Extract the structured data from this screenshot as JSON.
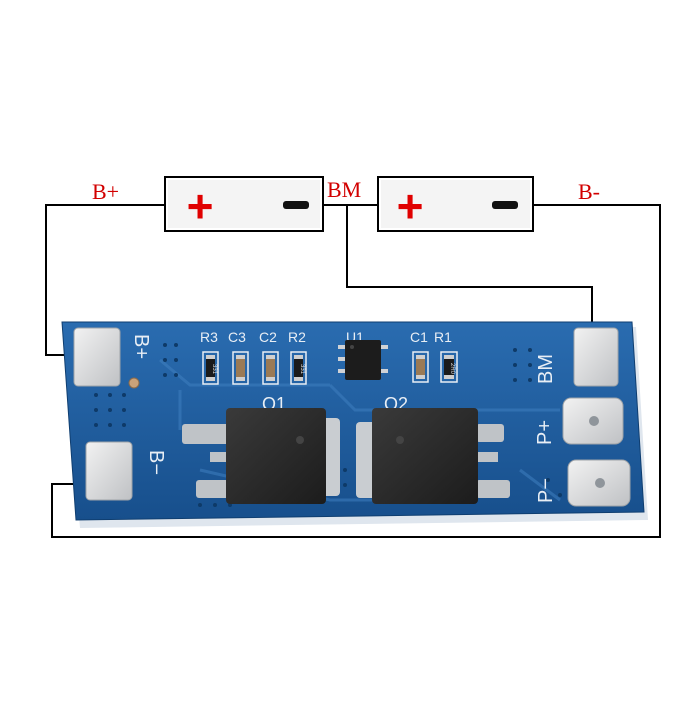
{
  "diagram": {
    "terminal_labels": {
      "b_plus": "B+",
      "bm": "BM",
      "b_minus": "B-"
    },
    "battery_cells": [
      {
        "positive_symbol": "+",
        "negative_symbol": "−"
      },
      {
        "positive_symbol": "+",
        "negative_symbol": "−"
      }
    ],
    "colors": {
      "label": "#d20000",
      "wire": "#000000",
      "pcb": "#1f5fa0",
      "silkscreen": "#e8eef5",
      "pad": "#d9dadc",
      "mosfet": "#2a2a2a"
    }
  },
  "board": {
    "silkscreen": {
      "r3": "R3",
      "c3": "C3",
      "c2": "C2",
      "r2": "R2",
      "u1": "U1",
      "c1": "C1",
      "r1": "R1",
      "q1": "Q1",
      "q2": "Q2",
      "pad_b_plus": "B+",
      "pad_b_minus": "B−",
      "pad_bm": "BM",
      "pad_p_plus": "P+",
      "pad_p_minus": "P−"
    },
    "chip_markings": {
      "r3_code": "331",
      "r2_code": "331",
      "r1_code": "2R0"
    }
  }
}
